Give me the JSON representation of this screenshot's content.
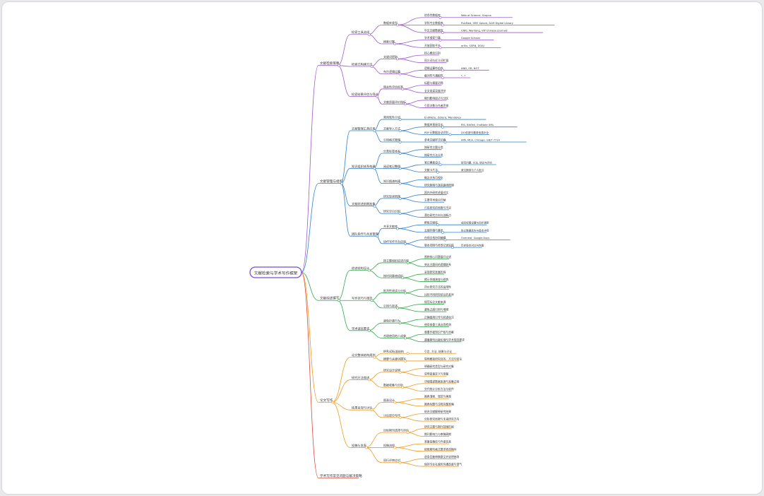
{
  "root": {
    "label": "文献检索与学术写作框架"
  },
  "colors": {
    "purple": "#9b59d0",
    "blue": "#2f7fd1",
    "green": "#2ea84a",
    "orange": "#f09a1a",
    "red": "#d84a3a"
  },
  "branches": [
    {
      "label": "文献检索策略",
      "color": "#9b59d0",
      "children": [
        {
          "label": "检索工具选择",
          "children": [
            {
              "label": "数据库类型",
              "children": [
                {
                  "label": "综合性数据库",
                  "children": [
                    {
                      "label": "Web of Science, Scopus"
                    }
                  ]
                },
                {
                  "label": "学科专业数据库",
                  "children": [
                    {
                      "label": "PubMed, IEEE Xplore, ACM Digital Library"
                    }
                  ]
                },
                {
                  "label": "中文文献数据库",
                  "children": [
                    {
                      "label": "CNKI, Wanfang, VIP Chinese Journals"
                    }
                  ]
                }
              ]
            },
            {
              "label": "搜索引擎",
              "children": [
                {
                  "label": "学术搜索引擎",
                  "children": [
                    {
                      "label": "Google Scholar"
                    }
                  ]
                },
                {
                  "label": "开放获取平台",
                  "children": [
                    {
                      "label": "arXiv, SSRN, DOAJ"
                    }
                  ]
                }
              ]
            }
          ]
        },
        {
          "label": "检索式构建方法",
          "children": [
            {
              "label": "关键词提取",
              "children": [
                {
                  "label": "核心概念识别"
                },
                {
                  "label": "同义词与近义词扩展"
                }
              ]
            },
            {
              "label": "布尔逻辑运算",
              "children": [
                {
                  "label": "逻辑运算符组合",
                  "children": [
                    {
                      "label": "AND, OR, NOT"
                    }
                  ]
                },
                {
                  "label": "截词符与通配符",
                  "children": [
                    {
                      "label": "*, ?"
                    }
                  ]
                }
              ]
            }
          ]
        },
        {
          "label": "检索结果评估与筛选",
          "children": [
            {
              "label": "相关性评估标准",
              "children": [
                {
                  "label": "标题与摘要初筛"
                },
                {
                  "label": "全文阅读深度评估"
                }
              ]
            },
            {
              "label": "文献质量评价指标",
              "children": [
                {
                  "label": "期刊影响因子与分区"
                },
                {
                  "label": "引用次数与作者声誉"
                }
              ]
            }
          ]
        }
      ]
    },
    {
      "label": "文献管理与组织",
      "color": "#2f7fd1",
      "children": [
        {
          "label": "文献管理工具应用",
          "children": [
            {
              "label": "常用软件介绍",
              "children": [
                {
                  "label": "EndNote, Zotero, Mendeley"
                }
              ]
            },
            {
              "label": "文献导入方式",
              "children": [
                {
                  "label": "数据库直接导出",
                  "children": [
                    {
                      "label": "RIS, BibTeX, EndNote XML"
                    }
                  ]
                },
                {
                  "label": "PDF元数据自动识别",
                  "children": [
                    {
                      "label": "DOI匹配与题录信息补全"
                    }
                  ]
                }
              ]
            },
            {
              "label": "引用格式管理",
              "children": [
                {
                  "label": "参考文献样式切换",
                  "children": [
                    {
                      "label": "APA, MLA, Chicago, GB/T 7714"
                    }
                  ]
                }
              ]
            }
          ]
        },
        {
          "label": "知识组织体系构建",
          "children": [
            {
              "label": "分类标签体系",
              "children": [
                {
                  "label": "按研究主题分类"
                },
                {
                  "label": "按研究方法分类"
                }
              ]
            },
            {
              "label": "阅读笔记整理",
              "children": [
                {
                  "label": "笔记模板设计",
                  "children": [
                    {
                      "label": "研究问题, 方法, 结论与评价"
                    }
                  ]
                },
                {
                  "label": "文献卡片法",
                  "children": [
                    {
                      "label": "原文摘录与个人批注"
                    }
                  ]
                }
              ]
            },
            {
              "label": "知识图谱构建",
              "children": [
                {
                  "label": "概念关系可视化"
                },
                {
                  "label": "研究脉络与演进路线梳理"
                }
              ]
            }
          ]
        },
        {
          "label": "文献综述前期准备",
          "children": [
            {
              "label": "研究现状梳理",
              "children": [
                {
                  "label": "国内外研究进展对比"
                },
                {
                  "label": "主要学术观点归纳"
                }
              ]
            },
            {
              "label": "研究空白识别",
              "children": [
                {
                  "label": "已有研究的局限与不足"
                },
                {
                  "label": "潜在研究方向与创新点"
                }
              ]
            }
          ]
        },
        {
          "label": "团队协作与共享管理",
          "children": [
            {
              "label": "共享文献库",
              "children": [
                {
                  "label": "群组文献库",
                  "children": [
                    {
                      "label": "成员权限设置与同步更新"
                    }
                  ]
                },
                {
                  "label": "云端存储与备份",
                  "children": [
                    {
                      "label": "防止数据丢失与版本冲突"
                    }
                  ]
                }
              ]
            },
            {
              "label": "协作写作平台应用",
              "children": [
                {
                  "label": "在线文档协同编辑",
                  "children": [
                    {
                      "label": "Overleaf, Google Docs"
                    }
                  ]
                },
                {
                  "label": "版本控制与修改记录追踪",
                  "children": [
                    {
                      "label": "历史版本对比与恢复"
                    }
                  ]
                }
              ]
            }
          ]
        }
      ]
    },
    {
      "label": "文献综述撰写",
      "color": "#2ea84a",
      "children": [
        {
          "label": "综述结构设计",
          "children": [
            {
              "label": "按主题组织综述内容",
              "children": [
                {
                  "label": "围绕核心问题展开论述"
                },
                {
                  "label": "突出主题间的逻辑联系"
                }
              ]
            },
            {
              "label": "按时间脉络组织",
              "children": [
                {
                  "label": "呈现研究发展历程"
                },
                {
                  "label": "揭示领域演变与趋势"
                }
              ]
            }
          ]
        },
        {
          "label": "写作技巧与规范",
          "children": [
            {
              "label": "批判性阅读与分析",
              "children": [
                {
                  "label": "评价研究方法的适用性"
                },
                {
                  "label": "比较不同研究结论的差异"
                }
              ]
            },
            {
              "label": "引用与转述",
              "children": [
                {
                  "label": "规范标注文献来源"
                },
                {
                  "label": "避免过度引用与堆砌"
                }
              ]
            }
          ]
        },
        {
          "label": "学术诚信要求",
          "children": [
            {
              "label": "避免抄袭行为",
              "children": [
                {
                  "label": "正确使用引号与转述标注"
                },
                {
                  "label": "使用查重工具自我检测"
                }
              ]
            },
            {
              "label": "合理使用他人成果",
              "children": [
                {
                  "label": "尊重作者知识产权与贡献"
                },
                {
                  "label": "遵循期刊出版伦理与学术规范要求"
                }
              ]
            }
          ]
        }
      ]
    },
    {
      "label": "论文写作",
      "color": "#f09a1a",
      "children": [
        {
          "label": "论文整体结构规划",
          "children": [
            {
              "label": "IMRaD标准结构",
              "children": [
                {
                  "label": "引言, 方法, 结果与讨论"
                }
              ]
            },
            {
              "label": "摘要与关键词撰写",
              "children": [
                {
                  "label": "简明概括研究目的、方法与结论"
                }
              ]
            }
          ]
        },
        {
          "label": "研究方法描述",
          "children": [
            {
              "label": "研究设计说明",
              "children": [
                {
                  "label": "明确研究类型与研究对象"
                },
                {
                  "label": "说明变量定义与测量"
                }
              ]
            },
            {
              "label": "数据收集与分析",
              "children": [
                {
                  "label": "详细描述数据来源与采集过程"
                },
                {
                  "label": "交代统计分析方法与软件"
                }
              ]
            }
          ]
        },
        {
          "label": "结果呈现与讨论",
          "children": [
            {
              "label": "图表设计",
              "children": [
                {
                  "label": "图表清晰、规范与美观"
                },
                {
                  "label": "图表标题与注释完整准确"
                }
              ]
            },
            {
              "label": "讨论部分写作",
              "children": [
                {
                  "label": "结合文献解释研究结果"
                },
                {
                  "label": "分析研究局限与未来研究方向"
                }
              ]
            }
          ]
        },
        {
          "label": "投稿与发表",
          "children": [
            {
              "label": "目标期刊选择与评估",
              "children": [
                {
                  "label": "研究主题与期刊范围匹配"
                },
                {
                  "label": "期刊影响力与审稿周期"
                }
              ]
            },
            {
              "label": "投稿流程",
              "children": [
                {
                  "label": "准备投稿信与作者信息"
                },
                {
                  "label": "按照期刊格式要求修改稿件"
                }
              ]
            },
            {
              "label": "同行评审应对",
              "children": [
                {
                  "label": "逐条回复审稿意见并说明修改"
                },
                {
                  "label": "保持专业礼貌的沟通态度与语气"
                }
              ]
            }
          ]
        }
      ]
    },
    {
      "label": "学术写作常见问题与解决策略",
      "color": "#d84a3a",
      "children": []
    }
  ]
}
